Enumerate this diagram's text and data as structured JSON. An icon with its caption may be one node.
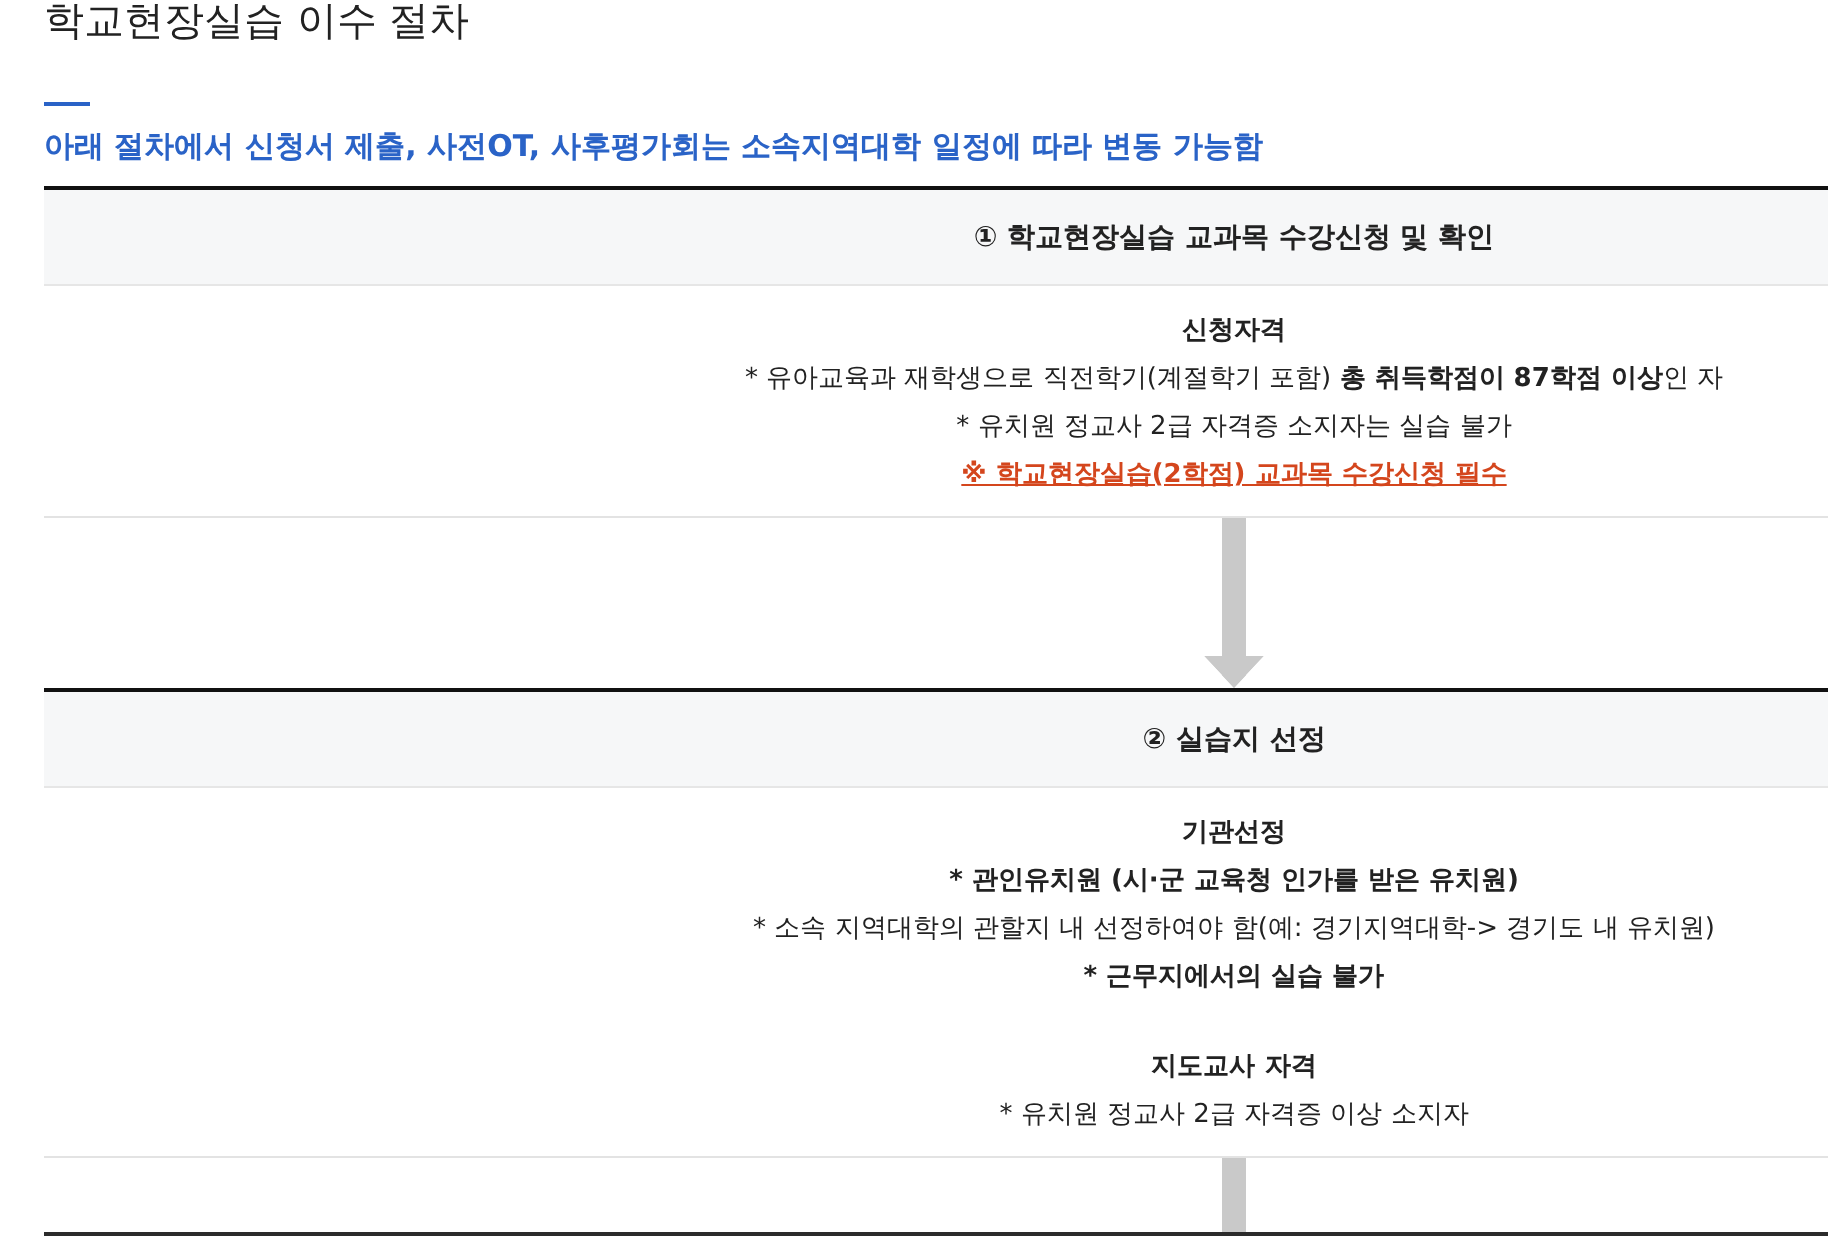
{
  "diagram": {
    "title": "학교현장실습 이수 절차",
    "nodes": [
      {
        "text": [
          "① 학교현장실습 교과목 수강신청 및 확인",
          "신청자격",
          "* 유아교육과 재학생으로 직전학기(계절학기 포함) **총 취득학점이 87학점 이상**인 자",
          "* 유치원 정교사 2급 자격증 소지자는 실습 불가",
          "※ 학교현장실습(2학점) 교과목 수강신청 필수"
        ]
      },
      {
        "text": [
          "② 실습지 선정",
          "기관선정",
          "* 관인유치원 (시·군 교육청 인가를 받은 유치원)",
          "* 소속 지역대학의 관할지 내 선정하여야 함(예: 경기지역대학-> 경기도 내 유치원)",
          "* 근무지에서의 실습 불가",
          "지도교사 자격",
          "* 유치원 정교사 2급 자격증 이상 소지자"
        ]
      }
    ],
    "edges": [
      {
        "from": 0,
        "to": 1,
        "arrow": "to"
      },
      {
        "from": 1,
        "to": null,
        "arrow": "none"
      }
    ],
    "labels": [
      "아래 절차에서 신청서 제출, 사전OT, 사후평가회는 소속지역대학 일정에 따라 변동 가능함"
    ]
  }
}
